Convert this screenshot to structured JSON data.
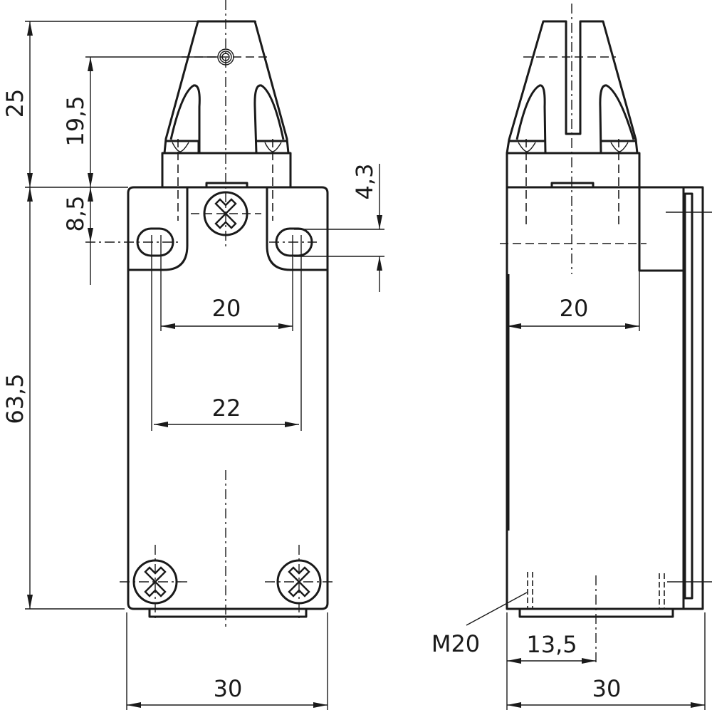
{
  "front_view": {
    "dimensions": {
      "actuator_height": "25",
      "pivot_height": "19,5",
      "hole_offset": "8,5",
      "body_height": "63,5",
      "slot_width": "4,3",
      "hole_spacing_top": "20",
      "hole_spacing_wide": "22",
      "body_width": "30"
    }
  },
  "side_view": {
    "dimensions": {
      "head_width": "20",
      "conduit_offset": "13,5",
      "body_depth": "30"
    },
    "thread_label": "M20"
  }
}
